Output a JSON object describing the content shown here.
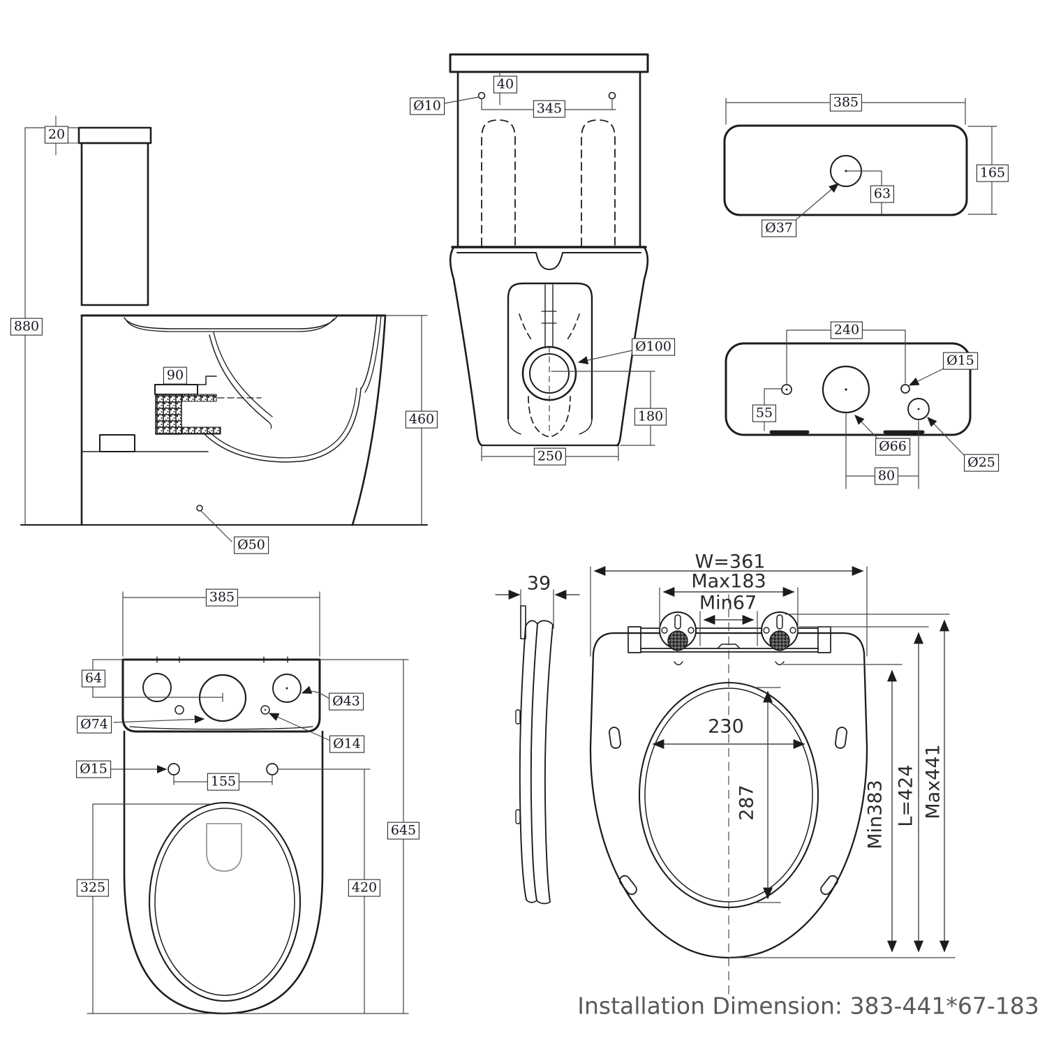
{
  "drawing": {
    "type": "toilet technical installation drawing",
    "installation_note": "Installation Dimension: 383-441*67-183",
    "views": {
      "side": {
        "name": "toilet side section view",
        "dims": {
          "lid_thickness": "20",
          "total_height": "880",
          "trap_width": "90",
          "bowl_height": "460",
          "outlet_diameter": "Ø50"
        }
      },
      "front": {
        "name": "toilet rear/front view",
        "dims": {
          "hole_drop": "40",
          "hole_diameter": "Ø10",
          "hole_spacing": "345",
          "outlet_diameter": "Ø100",
          "outlet_height": "180",
          "base_width": "250"
        }
      },
      "lid_top": {
        "name": "cistern lid top view",
        "dims": {
          "width": "385",
          "depth": "165",
          "button_offset": "63",
          "button_diameter": "Ø37"
        }
      },
      "tank_holes": {
        "name": "cistern underside holes view",
        "dims": {
          "bolt_spacing": "240",
          "bolt_diameter": "Ø15",
          "edge_offset": "55",
          "flush_hole_diameter": "Ø66",
          "inlet_offset": "80",
          "inlet_diameter": "Ø25"
        }
      },
      "bowl_top": {
        "name": "toilet plan (top) view",
        "dims": {
          "tank_width": "385",
          "valve_drop": "64",
          "flush_valve_diameter": "Ø74",
          "inlet_hole_diameter": "Ø43",
          "small_hole_diameter": "Ø14",
          "seat_bolt_diameter": "Ø15",
          "seat_bolt_spacing": "155",
          "total_length": "645",
          "bolt_to_front": "420",
          "bowl_opening_length": "325"
        }
      },
      "seat_side": {
        "name": "seat profile view",
        "dims": {
          "thickness": "39"
        }
      },
      "seat_top": {
        "name": "seat plan view",
        "dims": {
          "width": "W=361",
          "hinge_max": "Max183",
          "hinge_min": "Min67",
          "opening_width": "230",
          "opening_length": "287",
          "length_min": "Min383",
          "length": "L=424",
          "length_max": "Max441"
        }
      }
    }
  }
}
